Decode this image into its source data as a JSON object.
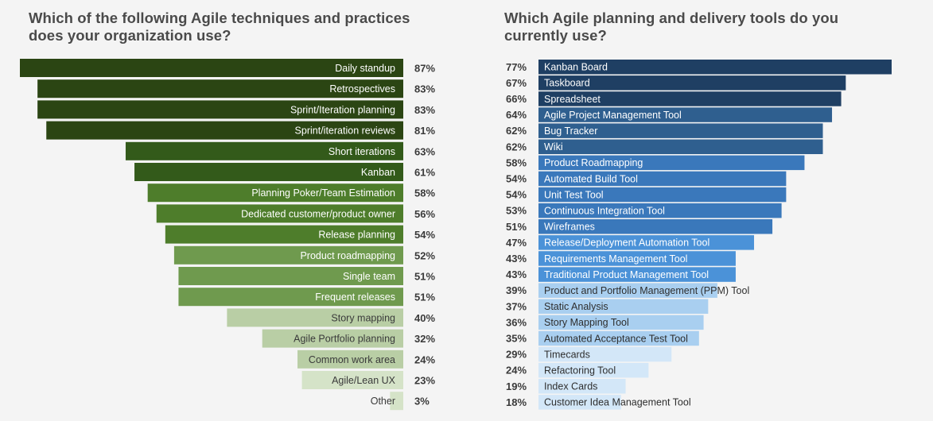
{
  "left_chart": {
    "title_line1": "Which of the following Agile techniques and practices",
    "title_line2": "does your organization use?"
  },
  "right_chart": {
    "title_line1": "Which Agile planning and delivery tools do you",
    "title_line2": "currently use?"
  },
  "chart_data": [
    {
      "type": "bar",
      "orientation": "horizontal",
      "title": "Which of the following Agile techniques and practices does your organization use?",
      "value_suffix": "%",
      "xlim": [
        0,
        87
      ],
      "categories": [
        "Daily standup",
        "Retrospectives",
        "Sprint/Iteration planning",
        "Sprint/iteration reviews",
        "Short iterations",
        "Kanban",
        "Planning Poker/Team Estimation",
        "Dedicated customer/product owner",
        "Release planning",
        "Product roadmapping",
        "Single team",
        "Frequent releases",
        "Story mapping",
        "Agile Portfolio planning",
        "Common work area",
        "Agile/Lean UX",
        "Other"
      ],
      "values": [
        87,
        83,
        83,
        81,
        63,
        61,
        58,
        56,
        54,
        52,
        51,
        51,
        40,
        32,
        24,
        23,
        3
      ],
      "bar_colors": [
        "#2b4513",
        "#2b4513",
        "#2b4513",
        "#2b4513",
        "#335a1a",
        "#335a1a",
        "#4e7d2b",
        "#4e7d2b",
        "#4e7d2b",
        "#6f9a4e",
        "#6f9a4e",
        "#6f9a4e",
        "#b9cea5",
        "#b9cea5",
        "#b9cea5",
        "#d5e3c8",
        "#d5e3c8"
      ],
      "label_colors": [
        "#ffffff",
        "#ffffff",
        "#ffffff",
        "#ffffff",
        "#ffffff",
        "#ffffff",
        "#ffffff",
        "#ffffff",
        "#ffffff",
        "#ffffff",
        "#ffffff",
        "#ffffff",
        "#3a3a3a",
        "#3a3a3a",
        "#3a3a3a",
        "#3a3a3a",
        "#3a3a3a"
      ]
    },
    {
      "type": "bar",
      "orientation": "horizontal",
      "title": "Which Agile planning and delivery tools do you currently use?",
      "value_suffix": "%",
      "xlim": [
        0,
        77
      ],
      "categories": [
        "Kanban Board",
        "Taskboard",
        "Spreadsheet",
        "Agile Project Management Tool",
        "Bug Tracker",
        "Wiki",
        "Product Roadmapping",
        "Automated Build Tool",
        "Unit Test Tool",
        "Continuous Integration Tool",
        "Wireframes",
        "Release/Deployment Automation Tool",
        "Requirements Management Tool",
        "Traditional Product Management Tool",
        "Product and Portfolio Management (PPM) Tool",
        "Static Analysis",
        "Story Mapping Tool",
        "Automated Acceptance Test Tool",
        "Timecards",
        "Refactoring Tool",
        "Index Cards",
        "Customer Idea Management Tool"
      ],
      "values": [
        77,
        67,
        66,
        64,
        62,
        62,
        58,
        54,
        54,
        53,
        51,
        47,
        43,
        43,
        39,
        37,
        36,
        35,
        29,
        24,
        19,
        18
      ],
      "bar_colors": [
        "#1f3f63",
        "#1f3f63",
        "#1f3f63",
        "#2f5f8f",
        "#2f5f8f",
        "#2f5f8f",
        "#3a78bb",
        "#3a78bb",
        "#3a78bb",
        "#3a78bb",
        "#3a78bb",
        "#4b92d8",
        "#4b92d8",
        "#4b92d8",
        "#a9cff0",
        "#a9cff0",
        "#a9cff0",
        "#a9cff0",
        "#d3e7f8",
        "#d3e7f8",
        "#d3e7f8",
        "#d3e7f8"
      ],
      "label_colors": [
        "#ffffff",
        "#ffffff",
        "#ffffff",
        "#ffffff",
        "#ffffff",
        "#ffffff",
        "#ffffff",
        "#ffffff",
        "#ffffff",
        "#ffffff",
        "#ffffff",
        "#ffffff",
        "#ffffff",
        "#ffffff",
        "#2e2e2e",
        "#2e2e2e",
        "#2e2e2e",
        "#2e2e2e",
        "#2e2e2e",
        "#2e2e2e",
        "#2e2e2e",
        "#2e2e2e"
      ]
    }
  ]
}
